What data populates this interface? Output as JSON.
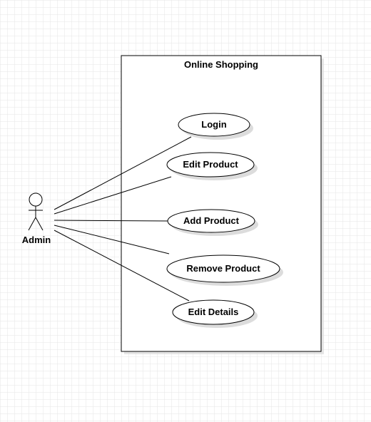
{
  "diagram": {
    "system": {
      "title": "Online Shopping"
    },
    "actor": {
      "name": "Admin"
    },
    "use_cases": [
      {
        "label": "Login"
      },
      {
        "label": "Edit Product"
      },
      {
        "label": "Add Product"
      },
      {
        "label": "Remove Product"
      },
      {
        "label": "Edit Details"
      }
    ],
    "associations": [
      {
        "from": "Admin",
        "to": "Login"
      },
      {
        "from": "Admin",
        "to": "Edit Product"
      },
      {
        "from": "Admin",
        "to": "Add Product"
      },
      {
        "from": "Admin",
        "to": "Remove Product"
      },
      {
        "from": "Admin",
        "to": "Edit Details"
      }
    ],
    "colors": {
      "background": "#ffffff",
      "grid_line": "#e6e6e6",
      "stroke": "#000000",
      "shadow": "#dcdcdc"
    }
  }
}
